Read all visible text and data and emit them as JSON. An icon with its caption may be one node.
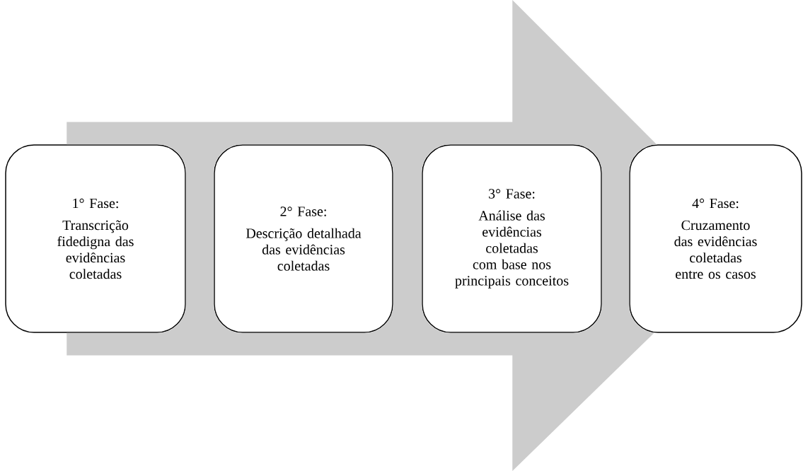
{
  "diagram": {
    "nodes": [
      {
        "text": [
          "1° Fase:",
          "Transcrição fidedigna das evidências coletadas"
        ]
      },
      {
        "text": [
          "2° Fase:",
          "Descrição detalhada das evidências coletadas"
        ]
      },
      {
        "text": [
          "3° Fase:",
          "Análise das evidências coletadas com base nos principais conceitos"
        ]
      },
      {
        "text": [
          "4° Fase:",
          "Cruzamento das evidências coletadas entre os casos"
        ]
      }
    ],
    "edges": [
      {
        "from": 0,
        "to": 3,
        "arrow": "to"
      }
    ]
  }
}
